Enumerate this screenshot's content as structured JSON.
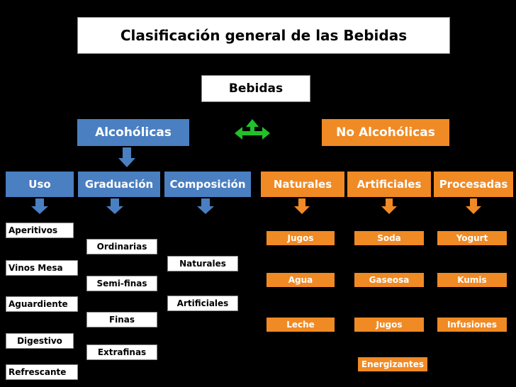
{
  "title": "Clasificación general de las Bebidas",
  "root": "Bebidas",
  "colors": {
    "background": "#000000",
    "alcoholic": "#4a7fc1",
    "non_alcoholic": "#f08a24",
    "connector": "#22c02a"
  },
  "alcoholic": {
    "label": "Alcohólicas",
    "categories": [
      "Uso",
      "Graduación",
      "Composición"
    ],
    "uso": [
      "Aperitivos",
      "Vinos Mesa",
      "Aguardiente",
      "Digestivo",
      "Refrescante"
    ],
    "graduacion": [
      "Ordinarias",
      "Semi-finas",
      "Finas",
      "Extrafinas"
    ],
    "composicion": [
      "Naturales",
      "Artificiales"
    ]
  },
  "non_alcoholic": {
    "label": "No Alcohólicas",
    "categories": [
      "Naturales",
      "Artificiales",
      "Procesadas"
    ],
    "naturales": [
      "Jugos",
      "Agua",
      "Leche"
    ],
    "artificiales": [
      "Soda",
      "Gaseosa",
      "Jugos",
      "Energizantes"
    ],
    "procesadas": [
      "Yogurt",
      "Kumis",
      "Infusiones"
    ]
  }
}
